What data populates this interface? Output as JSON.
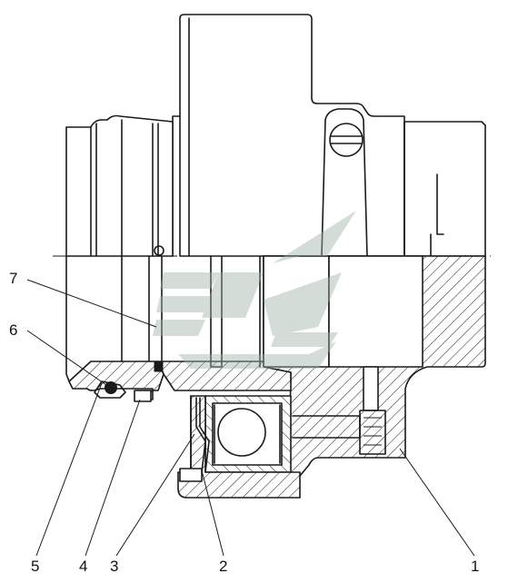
{
  "callouts": [
    {
      "id": "1",
      "label": "1"
    },
    {
      "id": "2",
      "label": "2"
    },
    {
      "id": "3",
      "label": "3"
    },
    {
      "id": "4",
      "label": "4"
    },
    {
      "id": "5",
      "label": "5"
    },
    {
      "id": "6",
      "label": "6"
    },
    {
      "id": "7",
      "label": "7"
    }
  ],
  "colors": {
    "line": "#1a1a1a",
    "watermark": "#9fb3a6"
  },
  "icons": {
    "watermark": "logo-watermark-icon"
  }
}
